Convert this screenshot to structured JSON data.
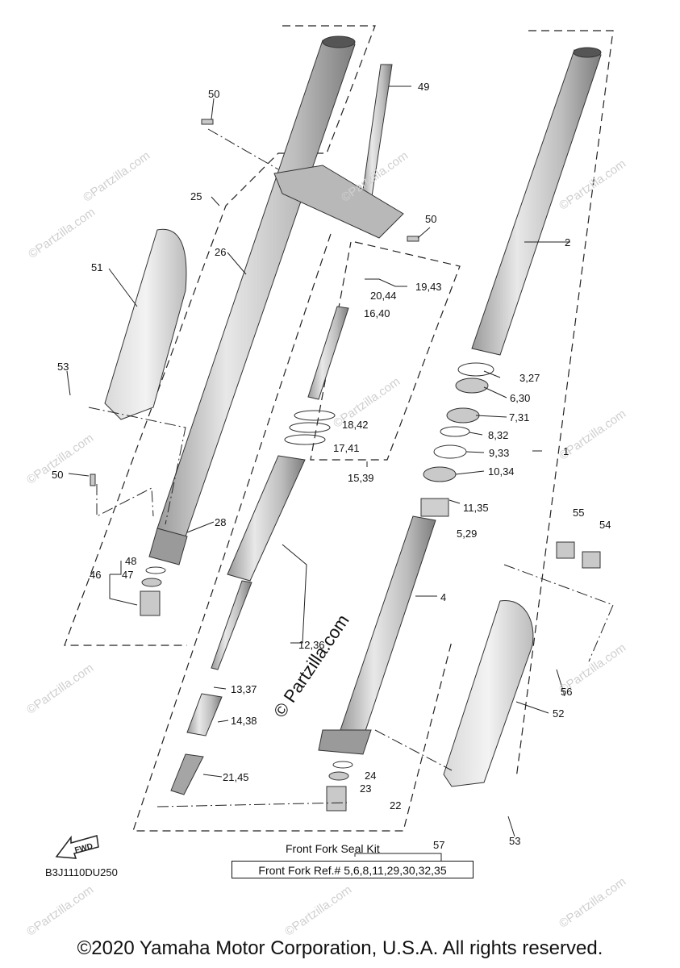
{
  "labels": {
    "l1": "1",
    "l2": "2",
    "l3_27": "3,27",
    "l4": "4",
    "l5_29": "5,29",
    "l6_30": "6,30",
    "l7_31": "7,31",
    "l8_32": "8,32",
    "l9_33": "9,33",
    "l10_34": "10,34",
    "l11_35": "11,35",
    "l12_36": "12,36",
    "l13_37": "13,37",
    "l14_38": "14,38",
    "l15_39": "15,39",
    "l16_40": "16,40",
    "l17_41": "17,41",
    "l18_42": "18,42",
    "l19_43": "19,43",
    "l20_44": "20,44",
    "l21_45": "21,45",
    "l22": "22",
    "l23": "23",
    "l24": "24",
    "l25": "25",
    "l26": "26",
    "l28": "28",
    "l46": "46",
    "l47": "47",
    "l48": "48",
    "l49": "49",
    "l50a": "50",
    "l50b": "50",
    "l50c": "50",
    "l51": "51",
    "l52": "52",
    "l53a": "53",
    "l53b": "53",
    "l54": "54",
    "l55": "55",
    "l56": "56"
  },
  "kit": {
    "title": "Front Fork Seal Kit",
    "number": "57",
    "ref": "Front Fork Ref.# 5,6,8,11,29,30,32,35"
  },
  "diagram_code": "B3J1110DU250",
  "fwd_label": "FWD",
  "copyright": "©2020 Yamaha Motor Corporation, U.S.A. All rights reserved.",
  "watermark": "© Partzilla.com",
  "watermark_small": "©Partzilla.com"
}
